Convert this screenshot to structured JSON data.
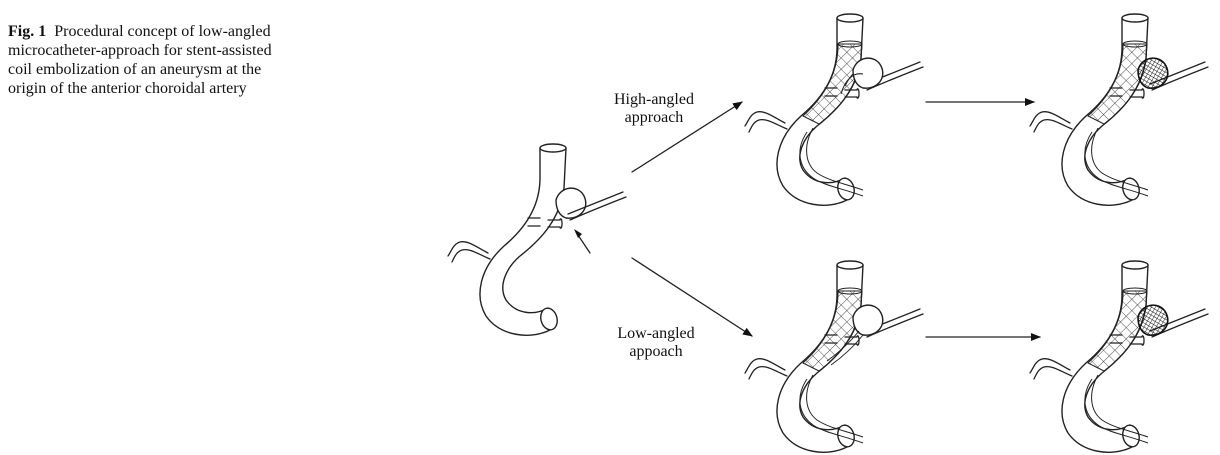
{
  "caption": {
    "label": "Fig. 1",
    "text": "Procedural concept of low-angled microcatheter-approach for stent-assisted coil embolization of an aneurysm at the origin of the anterior choroidal artery"
  },
  "labels": {
    "high_line1": "High-angled",
    "high_line2": "approach",
    "low_line1": "Low-angled",
    "low_line2": "appoach"
  }
}
